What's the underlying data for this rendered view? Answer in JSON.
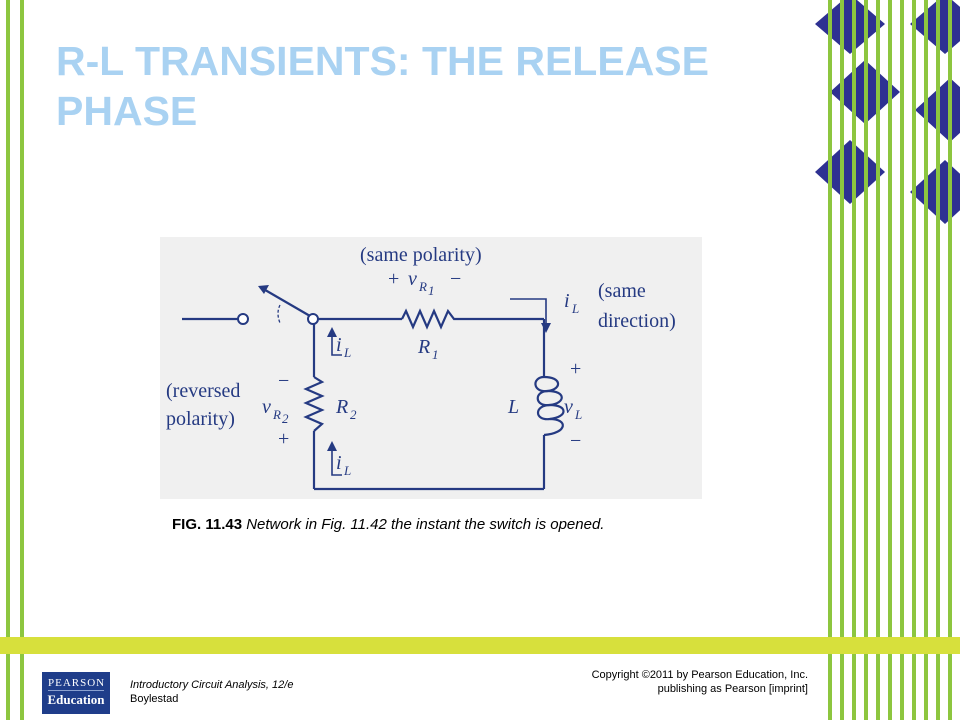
{
  "slide": {
    "title": "R-L TRANSIENTS: THE RELEASE PHASE"
  },
  "figure": {
    "caption_label": "FIG. 11.43",
    "caption_text": " Network in Fig. 11.42 the instant the switch is opened.",
    "labels": {
      "same_polarity": "(same polarity)",
      "same_direction_1": "(same",
      "same_direction_2": "direction)",
      "reversed_polarity_1": "(reversed",
      "reversed_polarity_2": "polarity)",
      "plus": "+",
      "minus": "−",
      "v": "v",
      "i": "i",
      "R": "R",
      "L": "L",
      "sub_L": "L",
      "sub_R1": "R",
      "sub_R2": "R",
      "sub_1": "1",
      "sub_2": "2"
    }
  },
  "footer": {
    "book_title": "Introductory Circuit Analysis, 12/e",
    "author": "Boylestad",
    "copyright": "Copyright ©2011 by Pearson Education, Inc.",
    "publisher": "publishing as Pearson [imprint]",
    "logo_line1": "PEARSON",
    "logo_line2": "Education"
  },
  "colors": {
    "title": "#a9d2f2",
    "green": "#8dc63f",
    "navy": "#2e3192",
    "lime": "#d7e03c",
    "circuit": "#253a82"
  }
}
